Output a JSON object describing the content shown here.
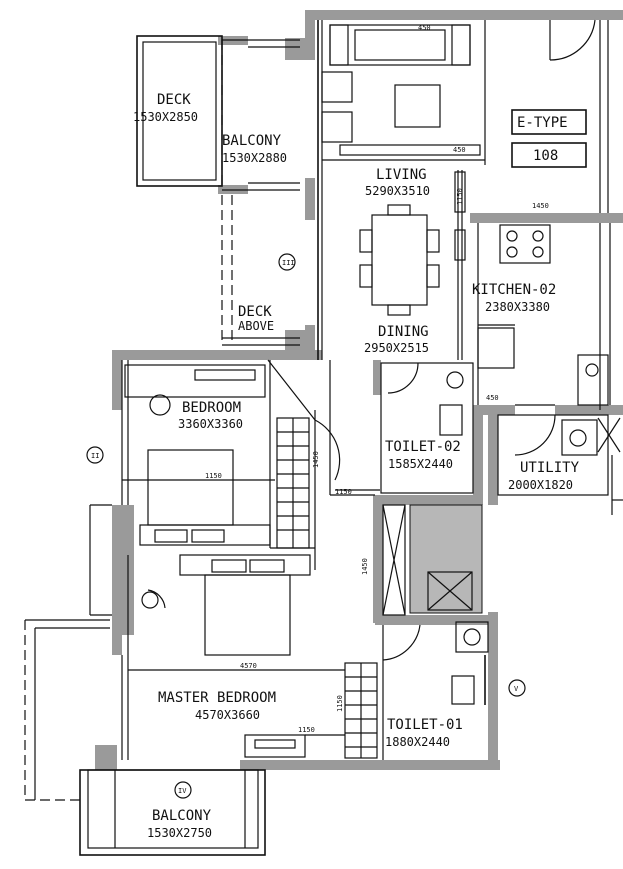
{
  "plan": {
    "type_tag": "E-TYPE",
    "unit_no": "108",
    "rooms": {
      "deck_top": {
        "name": "DECK",
        "size": "1530X2850"
      },
      "balcony_top": {
        "name": "BALCONY",
        "size": "1530X2880"
      },
      "deck_above": {
        "line1": "DECK",
        "line2": "ABOVE"
      },
      "living": {
        "name": "LIVING",
        "size": "5290X3510"
      },
      "dining": {
        "name": "DINING",
        "size": "2950X2515"
      },
      "kitchen": {
        "name": "KITCHEN-02",
        "size": "2380X3380"
      },
      "bedroom": {
        "name": "BEDROOM",
        "size": "3360X3360"
      },
      "toilet_02": {
        "name": "TOILET-02",
        "size": "1585X2440"
      },
      "utility": {
        "name": "UTILITY",
        "size": "2000X1820"
      },
      "master_bedroom": {
        "name": "MASTER BEDROOM",
        "size": "4570X3660"
      },
      "toilet_01": {
        "name": "TOILET-01",
        "size": "1880X2440"
      },
      "balcony_bottom": {
        "name": "BALCONY",
        "size": "1530X2750"
      }
    },
    "markers": {
      "iii": "III",
      "ii": "II",
      "iv": "IV",
      "v": "V"
    },
    "small_dims": {
      "tv_unit": "450",
      "wall_top": "450",
      "dining_wall": "1150",
      "kitchen_top": "1450",
      "util_top": "450",
      "bed_sill": "1150",
      "master_sill": "4570",
      "wall_2": "1150",
      "wall_3": "1450",
      "mid_wall": "1450",
      "toilet_wall": "1150",
      "shower": "1150"
    }
  }
}
